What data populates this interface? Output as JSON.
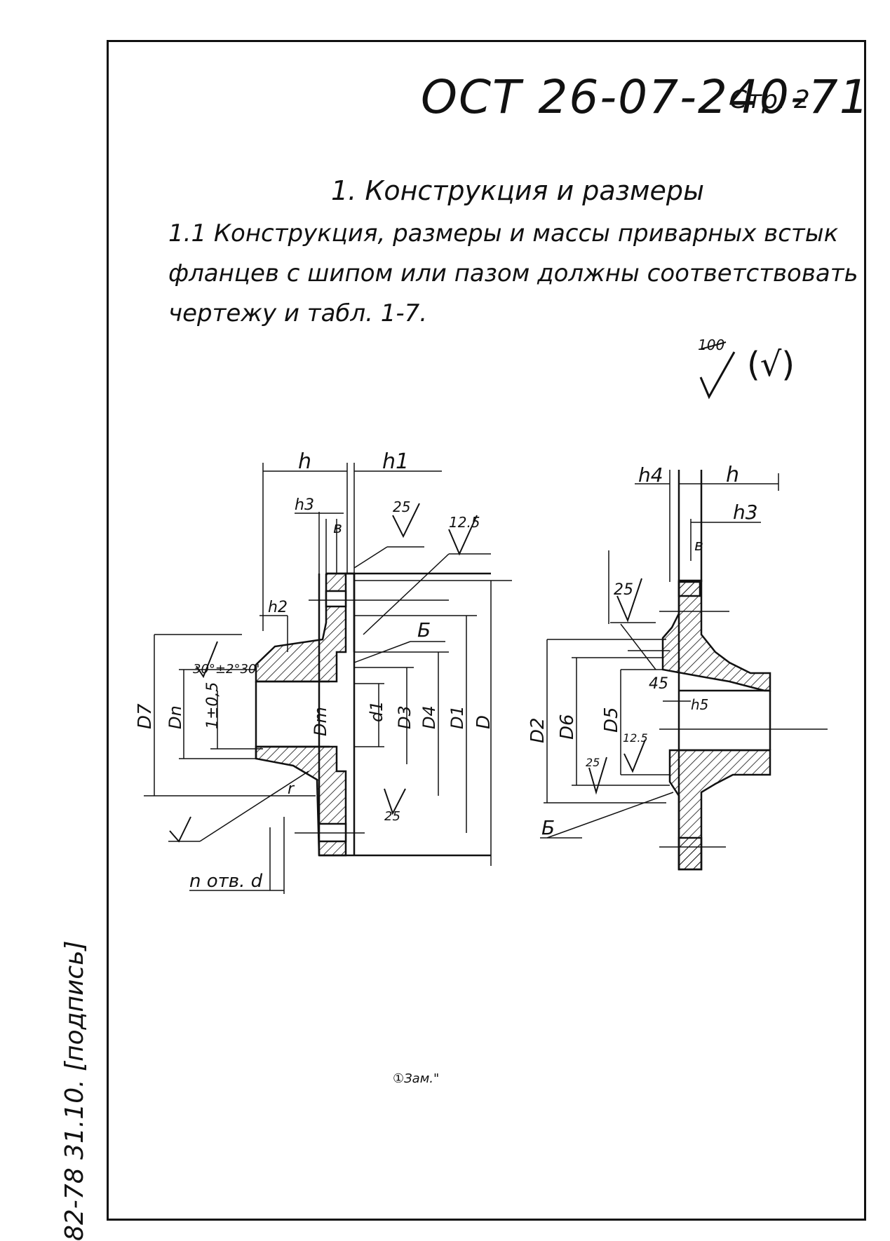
{
  "header": {
    "standard_number": "ОСТ 26-07-240-71",
    "page_label": "Стр. 2"
  },
  "section": {
    "title": "1. Конструкция и размеры",
    "paragraph_lines": [
      "1.1  Конструкция, размеры и массы приварных встык",
      "фланцев с шипом  или пазом  должны  соответствовать",
      "чертежу  и  табл.  1-7."
    ]
  },
  "roughness_symbol": {
    "value": "100",
    "parenthetical": "(√)"
  },
  "drawing_left": {
    "labels": {
      "h": "h",
      "h1": "h1",
      "h3": "h3",
      "b": "в",
      "h2": "h2",
      "r25": "25",
      "r125": "12.5",
      "b_mark": "Б",
      "angle": "30°±2°30'",
      "tol": "1±0,5",
      "Dn": "Dn",
      "D7": "D7",
      "Dm": "Dm",
      "d1": "d1",
      "D3": "D3",
      "D4": "D4",
      "D1": "D1",
      "D": "D",
      "r": "r",
      "r25b": "25",
      "holes": "n отв. d"
    }
  },
  "drawing_right": {
    "labels": {
      "h4": "h4",
      "h": "h",
      "h3": "h3",
      "b": "в",
      "r25": "25",
      "angle45": "45",
      "h5": "h5",
      "D2": "D2",
      "D6": "D6",
      "D5": "D5",
      "r125": "12.5",
      "r25b": "25",
      "b_mark": "Б"
    }
  },
  "stamp": "①Зам.\"",
  "margin_note": "82-78  31.10. [подпись]"
}
